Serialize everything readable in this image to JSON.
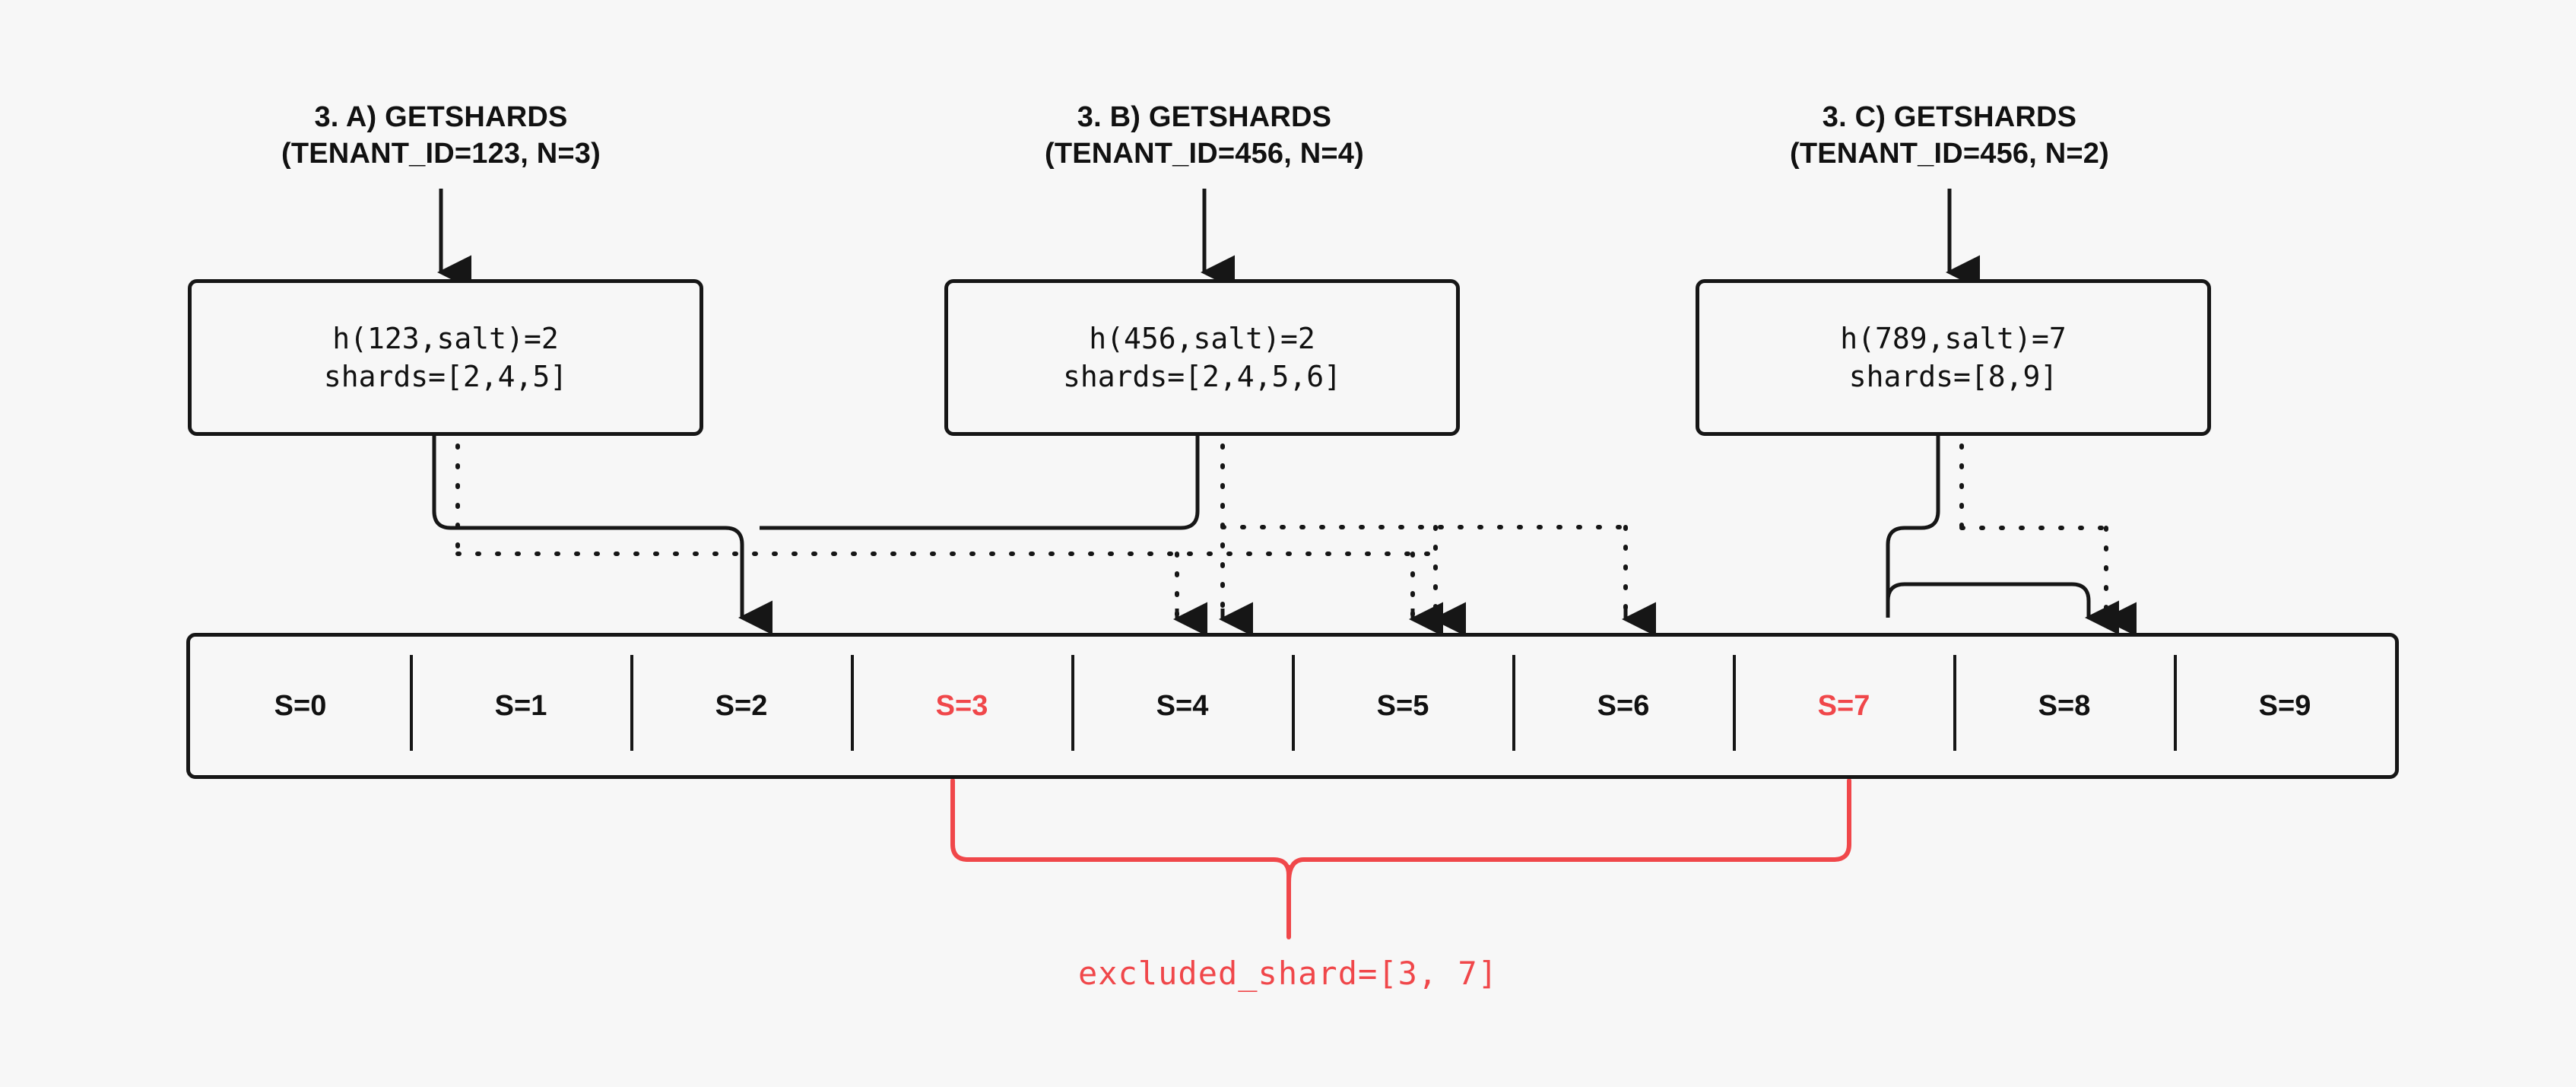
{
  "diagram": {
    "title_a": "3. A) GETSHARDS\n(TENANT_ID=123, N=3)",
    "title_b": "3. B) GETSHARDS\n(TENANT_ID=456, N=4)",
    "title_c": "3. C) GETSHARDS\n(TENANT_ID=456, N=2)",
    "box_a_line1": "h(123,salt)=2",
    "box_a_line2": "shards=[2,4,5]",
    "box_b_line1": "h(456,salt)=2",
    "box_b_line2": "shards=[2,4,5,6]",
    "box_c_line1": "h(789,salt)=7",
    "box_c_line2": "shards=[8,9]",
    "excluded_label": "excluded_shard=[3, 7]",
    "colors": {
      "background": "#f7f7f7",
      "ink": "#161616",
      "accent_red": "#f0474a"
    },
    "shards": [
      {
        "label": "S=0",
        "excluded": false
      },
      {
        "label": "S=1",
        "excluded": false
      },
      {
        "label": "S=2",
        "excluded": false
      },
      {
        "label": "S=3",
        "excluded": true
      },
      {
        "label": "S=4",
        "excluded": false
      },
      {
        "label": "S=5",
        "excluded": false
      },
      {
        "label": "S=6",
        "excluded": false
      },
      {
        "label": "S=7",
        "excluded": true
      },
      {
        "label": "S=8",
        "excluded": false
      },
      {
        "label": "S=9",
        "excluded": false
      }
    ]
  }
}
